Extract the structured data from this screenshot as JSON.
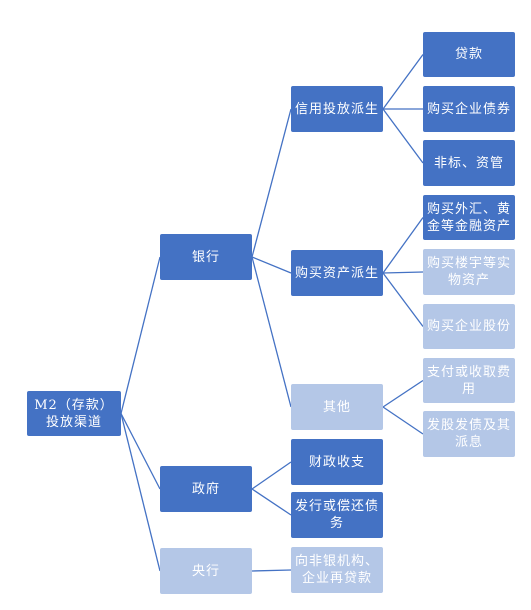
{
  "colors": {
    "dark": "#4472c4",
    "light": "#b4c7e7",
    "line": "#4472c4",
    "text": "#ffffff"
  },
  "nodes": {
    "root": "M2（存款）投放渠道",
    "bank": "银行",
    "gov": "政府",
    "central": "央行",
    "credit": "信用投放派生",
    "asset": "购买资产派生",
    "other": "其他",
    "loan": "贷款",
    "buy_corp_bond": "购买企业债券",
    "non_std": "非标、资管",
    "fx_gold": "购买外汇、黄金等金融资产",
    "property": "购买楼宇等实物资产",
    "equity": "购买企业股份",
    "fees": "支付或收取费用",
    "issue_bond": "发股发债及其派息",
    "fiscal": "财政收支",
    "debt": "发行或偿还债务",
    "relend": "向非银机构、企业再贷款"
  }
}
